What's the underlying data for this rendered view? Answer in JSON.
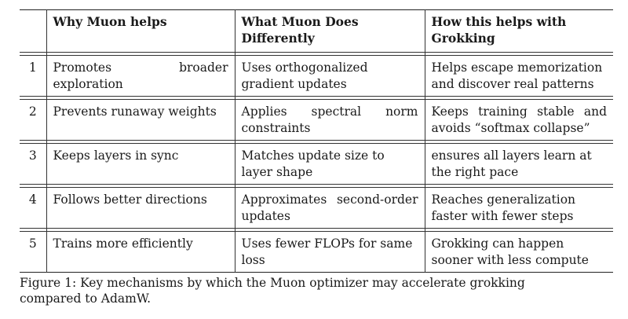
{
  "table": {
    "headers": [
      "",
      "Why Muon helps",
      "What Muon Does Differently",
      "How this helps with Grokking"
    ],
    "rows": [
      {
        "num": "1",
        "why": "Promotes broader exploration",
        "what": "Uses orthogonalized gradient updates",
        "how": "Helps escape memorization and discover real patterns"
      },
      {
        "num": "2",
        "why": "Prevents runaway weights",
        "what": "Applies spectral norm constraints",
        "how": "Keeps training stable and avoids “softmax collapse”"
      },
      {
        "num": "3",
        "why": "Keeps layers in sync",
        "what": "Matches update size to layer shape",
        "how": "ensures all layers learn at the right pace"
      },
      {
        "num": "4",
        "why": "Follows better directions",
        "what": "Approximates second-order updates",
        "how": "Reaches generalization faster with fewer steps"
      },
      {
        "num": "5",
        "why": "Trains more efficiently",
        "what": "Uses fewer FLOPs for same loss",
        "how": "Grokking can happen sooner with less compute"
      }
    ]
  },
  "caption": "Figure 1: Key mechanisms by which the Muon optimizer may accelerate grokking compared to AdamW."
}
